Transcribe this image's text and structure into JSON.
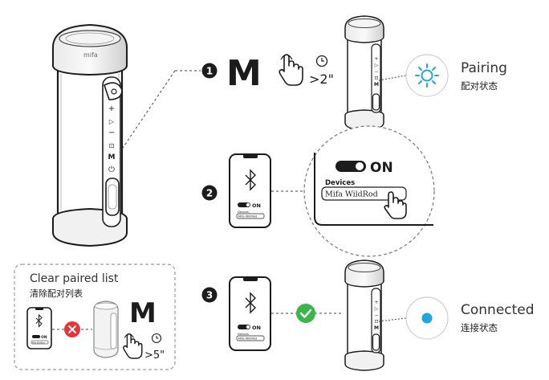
{
  "step1": {
    "number": "1",
    "button_letter": "M",
    "duration": ">2\"",
    "status_en": "Pairing",
    "status_zh": "配对状态",
    "accent_color": "#1ea6e0"
  },
  "step2": {
    "number": "2",
    "phone_toggle_label": "ON",
    "phone_devices_label": "Devices",
    "phone_device_name": "Mifa WildRod",
    "zoom_toggle_label": "ON",
    "zoom_devices_label": "Devices",
    "zoom_device_name": "Mifa WildRod"
  },
  "step3": {
    "number": "3",
    "phone_toggle_label": "ON",
    "phone_devices_label": "Devices",
    "phone_device_name": "Mifa WildRod",
    "status_en": "Connected",
    "status_zh": "连接状态",
    "check_color": "#3bb54a",
    "accent_color": "#1ea6e0"
  },
  "clear": {
    "title_en": "Clear paired list",
    "title_zh": "清除配对列表",
    "phone_toggle_label": "ON",
    "phone_device_name": "Mifa WildRod",
    "button_letter": "M",
    "duration": ">5\"",
    "x_color": "#e8333a"
  },
  "speaker_logo": "mifa",
  "speaker_buttons": [
    "+",
    "▷",
    "−",
    "⊡",
    "M",
    "⏻"
  ]
}
